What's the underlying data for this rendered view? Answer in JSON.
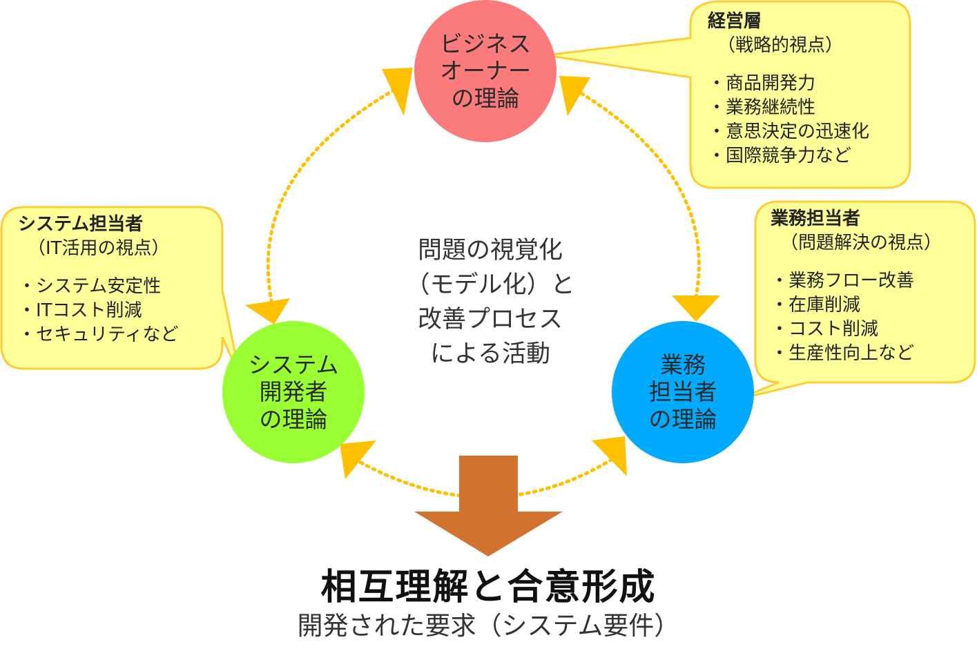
{
  "colors": {
    "business_owner": "#fb7b7d",
    "system_developer": "#99ff33",
    "operations_staff": "#00aaff",
    "callout_fill": "#ffff99",
    "callout_border": "#ffcc33",
    "cycle_arrow": "#ffc000",
    "result_arrow": "#d2722f"
  },
  "icons": {
    "cycle_arrows": "triangle-arrowhead",
    "result_arrow": "block-arrow-down"
  },
  "nodes": {
    "business_owner": {
      "lines": [
        "ビジネス",
        "オーナー",
        "の理論"
      ]
    },
    "system_developer": {
      "lines": [
        "システム",
        "開発者",
        "の理論"
      ]
    },
    "operations_staff": {
      "lines": [
        "業務",
        "担当者",
        "の理論"
      ]
    }
  },
  "callouts": {
    "executive": {
      "title": "経営層",
      "subtitle": "（戦略的視点）",
      "items": [
        "・商品開発力",
        "・業務継続性",
        "・意思決定の迅速化",
        "・国際競争力など"
      ]
    },
    "system_staff": {
      "title": "システム担当者",
      "subtitle": "（IT活用の視点）",
      "items": [
        "・システム安定性",
        "・ITコスト削減",
        "・セキュリティなど"
      ]
    },
    "operations_staff": {
      "title": "業務担当者",
      "subtitle": "（問題解決の視点）",
      "items": [
        "・業務フロー改善",
        "・在庫削減",
        "・コスト削減",
        "・生産性向上など"
      ]
    }
  },
  "center": {
    "lines": [
      "問題の視覚化",
      "（モデル化）と",
      "改善プロセス",
      "による活動"
    ]
  },
  "result": {
    "title": "相互理解と合意形成",
    "subtitle": "開発された要求（システム要件）"
  }
}
